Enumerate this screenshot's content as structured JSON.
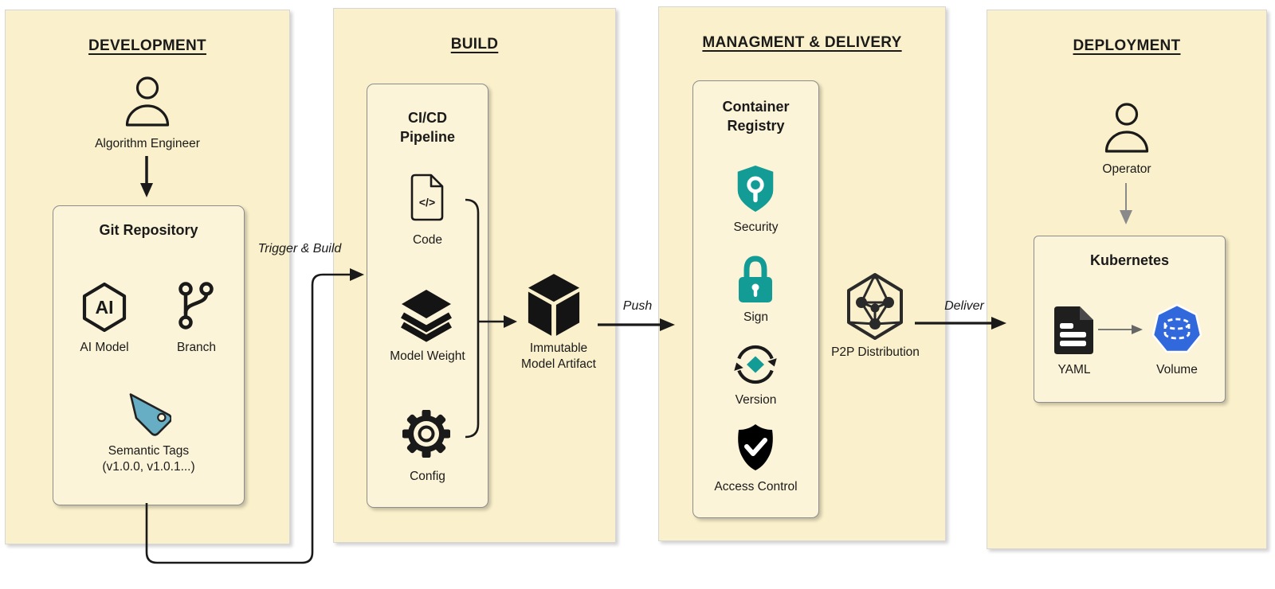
{
  "colors": {
    "panel-bg": "#FAF0CB",
    "box-bg": "#FCF4D8",
    "ink": "#1a1a1a",
    "teal": "#139C95",
    "tag-blue": "#67AEC5",
    "k8s-blue": "#3169DC",
    "gray-arrow": "#8a8a8a"
  },
  "panels": {
    "development": {
      "title": "DEVELOPMENT",
      "actor": "Algorithm Engineer",
      "git_box": {
        "title": "Git Repository",
        "ai_badge": "AI",
        "ai_model": "AI Model",
        "branch": "Branch",
        "semantic_tags": "Semantic Tags",
        "versions": "(v1.0.0, v1.0.1...)"
      }
    },
    "build": {
      "title": "BUILD",
      "pipeline_box": {
        "title_line1": "CI/CD",
        "title_line2": "Pipeline",
        "code_glyph": "</>",
        "code": "Code",
        "model_weight": "Model Weight",
        "config": "Config"
      },
      "artifact_line1": "Immutable",
      "artifact_line2": "Model Artifact"
    },
    "managment": {
      "title": "MANAGMENT & DELIVERY",
      "registry_box": {
        "title_line1": "Container",
        "title_line2": "Registry",
        "security": "Security",
        "sign": "Sign",
        "version": "Version",
        "access_control": "Access Control"
      },
      "p2p": "P2P Distribution"
    },
    "deployment": {
      "title": "DEPLOYMENT",
      "actor": "Operator",
      "k8s_box": {
        "title": "Kubernetes",
        "yaml": "YAML",
        "volume": "Volume"
      }
    }
  },
  "connectors": {
    "trigger_build": "Trigger & Build",
    "push": "Push",
    "deliver": "Deliver"
  }
}
